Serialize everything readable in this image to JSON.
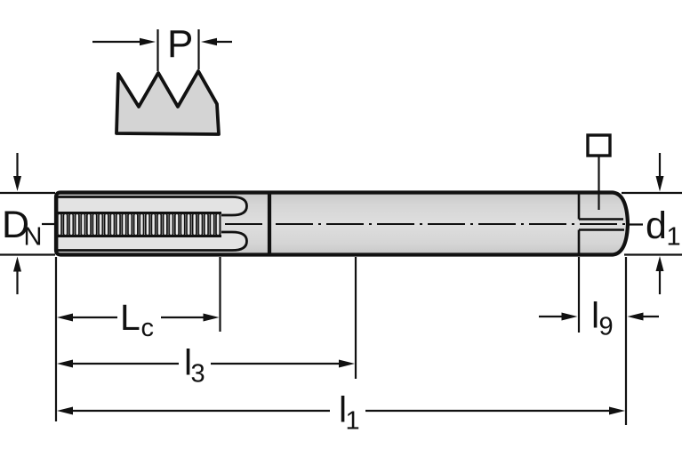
{
  "diagram": {
    "type": "technical-drawing",
    "subject": "machine-tap-dimension-diagram",
    "background": "#ffffff",
    "line_color": "#111111",
    "body_fill": "#d6d6d6",
    "flute_fill": "#e3e3e3",
    "labels": {
      "pitch": {
        "base": "P",
        "sub": ""
      },
      "nominal_diameter": {
        "base": "D",
        "sub": "N"
      },
      "shank_diameter": {
        "base": "d",
        "sub": "1"
      },
      "thread_length": {
        "base": "L",
        "sub": "c"
      },
      "intermediate_length": {
        "base": "l",
        "sub": "3"
      },
      "overall_length": {
        "base": "l",
        "sub": "1"
      },
      "square_length": {
        "base": "l",
        "sub": "9"
      }
    }
  }
}
